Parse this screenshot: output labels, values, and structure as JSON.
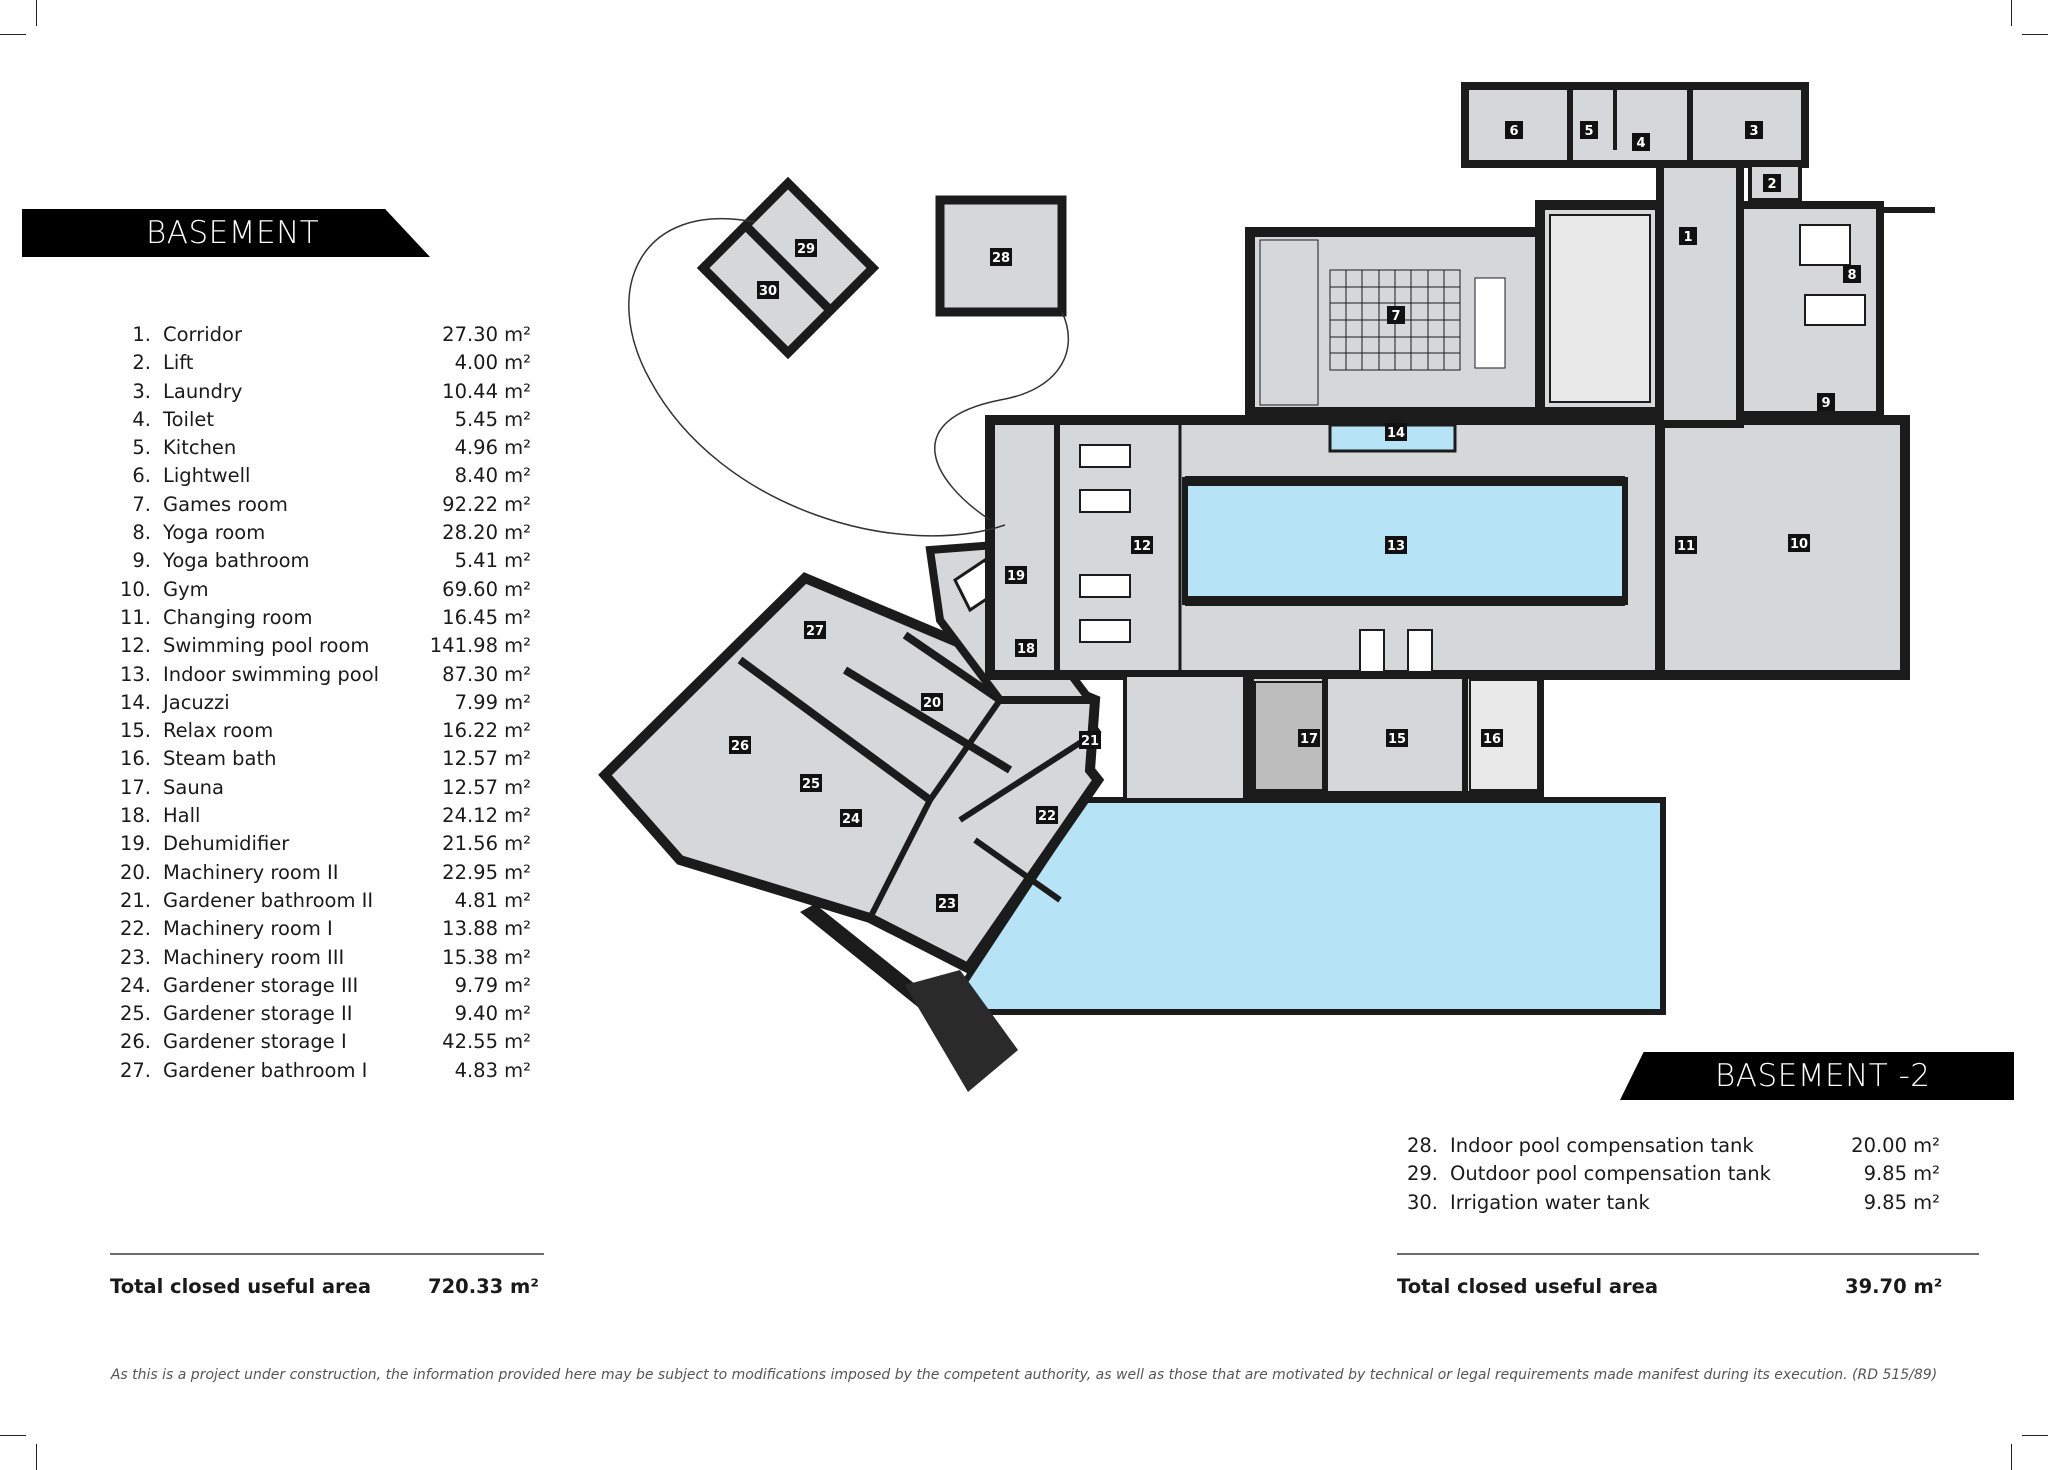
{
  "header_left": "BASEMENT",
  "header_right": "BASEMENT -2",
  "basement_rooms": [
    {
      "num": "1.",
      "name": "Corridor",
      "area": "27.30 m²"
    },
    {
      "num": "2.",
      "name": "Lift",
      "area": "4.00 m²"
    },
    {
      "num": "3.",
      "name": "Laundry",
      "area": "10.44 m²"
    },
    {
      "num": "4.",
      "name": "Toilet",
      "area": "5.45 m²"
    },
    {
      "num": "5.",
      "name": "Kitchen",
      "area": "4.96 m²"
    },
    {
      "num": "6.",
      "name": "Lightwell",
      "area": "8.40 m²"
    },
    {
      "num": "7.",
      "name": "Games room",
      "area": "92.22 m²"
    },
    {
      "num": "8.",
      "name": "Yoga room",
      "area": "28.20 m²"
    },
    {
      "num": "9.",
      "name": "Yoga bathroom",
      "area": "5.41 m²"
    },
    {
      "num": "10.",
      "name": "Gym",
      "area": "69.60 m²"
    },
    {
      "num": "11.",
      "name": "Changing room",
      "area": "16.45 m²"
    },
    {
      "num": "12.",
      "name": "Swimming pool room",
      "area": "141.98 m²"
    },
    {
      "num": "13.",
      "name": "Indoor swimming pool",
      "area": "87.30 m²"
    },
    {
      "num": "14.",
      "name": "Jacuzzi",
      "area": "7.99 m²"
    },
    {
      "num": "15.",
      "name": "Relax room",
      "area": "16.22 m²"
    },
    {
      "num": "16.",
      "name": "Steam bath",
      "area": "12.57 m²"
    },
    {
      "num": "17.",
      "name": "Sauna",
      "area": "12.57 m²"
    },
    {
      "num": "18.",
      "name": "Hall",
      "area": "24.12 m²"
    },
    {
      "num": "19.",
      "name": "Dehumidifier",
      "area": "21.56 m²"
    },
    {
      "num": "20.",
      "name": "Machinery room II",
      "area": "22.95 m²"
    },
    {
      "num": "21.",
      "name": "Gardener bathroom II",
      "area": "4.81 m²"
    },
    {
      "num": "22.",
      "name": "Machinery room I",
      "area": "13.88 m²"
    },
    {
      "num": "23.",
      "name": "Machinery room III",
      "area": "15.38 m²"
    },
    {
      "num": "24.",
      "name": "Gardener storage III",
      "area": "9.79 m²"
    },
    {
      "num": "25.",
      "name": "Gardener storage II",
      "area": "9.40 m²"
    },
    {
      "num": "26.",
      "name": "Gardener storage I",
      "area": "42.55 m²"
    },
    {
      "num": "27.",
      "name": "Gardener bathroom I",
      "area": "4.83 m²"
    }
  ],
  "basement2_rooms": [
    {
      "num": "28.",
      "name": "Indoor pool compensation tank",
      "area": "20.00 m²"
    },
    {
      "num": "29.",
      "name": "Outdoor pool compensation tank",
      "area": "9.85 m²"
    },
    {
      "num": "30.",
      "name": "Irrigation water tank",
      "area": "9.85 m²"
    }
  ],
  "total_left": {
    "label": "Total closed useful area",
    "value": "720.33 m²"
  },
  "total_right": {
    "label": "Total closed useful area",
    "value": "39.70 m²"
  },
  "plan_labels": [
    "1",
    "2",
    "3",
    "4",
    "5",
    "6",
    "7",
    "8",
    "9",
    "10",
    "11",
    "12",
    "13",
    "14",
    "15",
    "16",
    "17",
    "18",
    "19",
    "20",
    "21",
    "22",
    "23",
    "24",
    "25",
    "26",
    "27",
    "28",
    "29",
    "30"
  ],
  "disclaimer": "As this is a project under construction, the information provided here may be subject to modifications imposed by the competent authority, as well as those that are motivated by technical or legal requirements made manifest during its execution. (RD 515/89)",
  "colors": {
    "wall": "#1b1b1b",
    "floor": "#d6d7d9",
    "water": "#b7e3f6",
    "banner": "#000000",
    "rule": "#6d6d6d"
  }
}
